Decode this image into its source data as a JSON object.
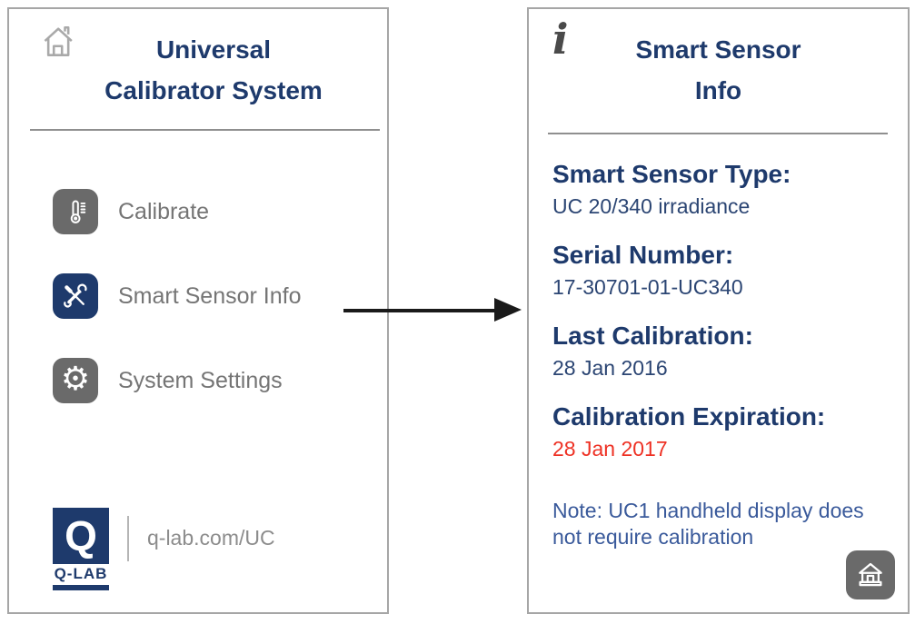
{
  "left_panel": {
    "title_line1": "Universal",
    "title_line2": "Calibrator System",
    "home_icon": "home-icon",
    "menu": [
      {
        "label": "Calibrate",
        "icon": "thermometer-icon",
        "tile_color": "#6A6A6A"
      },
      {
        "label": "Smart Sensor Info",
        "icon": "tools-icon",
        "tile_color": "#1E3A6C"
      },
      {
        "label": "System Settings",
        "icon": "gear-icon",
        "glyph": "⚙",
        "tile_color": "#6A6A6A"
      }
    ],
    "footer": {
      "logo_letter": "Q",
      "logo_name": "Q-LAB",
      "link_text": "q-lab.com/UC"
    }
  },
  "arrow": {
    "direction": "right",
    "from": "Smart Sensor Info menu item",
    "to": "Smart Sensor Info screen"
  },
  "right_panel": {
    "title_line1": "Smart Sensor",
    "title_line2": "Info",
    "info_icon": "i",
    "fields": [
      {
        "label": "Smart Sensor Type:",
        "value": "UC 20/340 irradiance"
      },
      {
        "label": "Serial Number:",
        "value": "17-30701-01-UC340"
      },
      {
        "label": "Last Calibration:",
        "value": "28 Jan 2016"
      },
      {
        "label": "Calibration Expiration:",
        "value": "28 Jan 2017",
        "highlight": "red"
      }
    ],
    "note": "Note: UC1 handheld display does not require calibration",
    "home_button_icon": "home-icon"
  },
  "colors": {
    "navy": "#1E3A6C",
    "value_navy": "#2B4573",
    "note_blue": "#3A5A9B",
    "alert_red": "#EE3124",
    "tile_gray": "#6A6A6A",
    "menu_label_gray": "#757575",
    "panel_border_gray": "#A6A6A6",
    "divider_gray": "#8F8F8F",
    "url_gray": "#8C8C8C",
    "arrow_black": "#1A1A1A"
  }
}
